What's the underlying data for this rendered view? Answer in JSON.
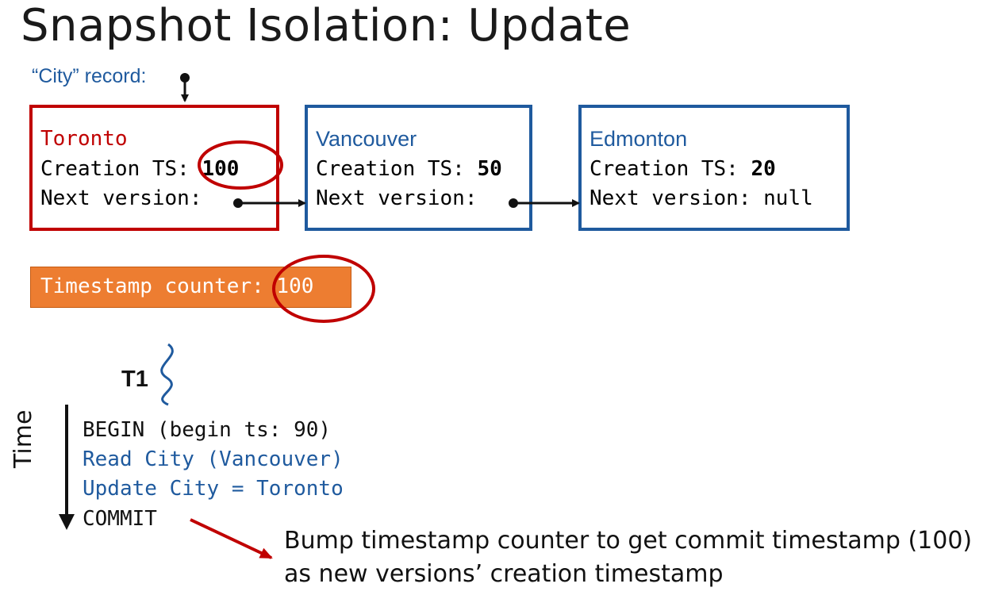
{
  "title": "Snapshot Isolation: Update",
  "record_label": "“City” record:",
  "versions": [
    {
      "name": "Toronto",
      "ts_label": "Creation TS: ",
      "ts_value": "100",
      "next_label": "Next version: ",
      "next_value": ""
    },
    {
      "name": "Vancouver",
      "ts_label": "Creation TS: ",
      "ts_value": "50",
      "next_label": "Next version: ",
      "next_value": ""
    },
    {
      "name": "Edmonton",
      "ts_label": "Creation TS: ",
      "ts_value": "20",
      "next_label": "Next version: ",
      "next_value": "null"
    }
  ],
  "counter": {
    "label": "Timestamp counter: 100"
  },
  "transaction": {
    "name": "T1",
    "time_label": "Time",
    "steps": [
      "BEGIN (begin ts: 90)",
      "Read City (Vancouver)",
      "Update City = Toronto",
      "COMMIT"
    ]
  },
  "note": {
    "line1": "Bump timestamp counter to get commit timestamp (100)",
    "line2": "as new versions’ creation timestamp"
  },
  "colors": {
    "red": "#c00000",
    "blue": "#1f5a9e",
    "orange": "#ed7d31"
  }
}
